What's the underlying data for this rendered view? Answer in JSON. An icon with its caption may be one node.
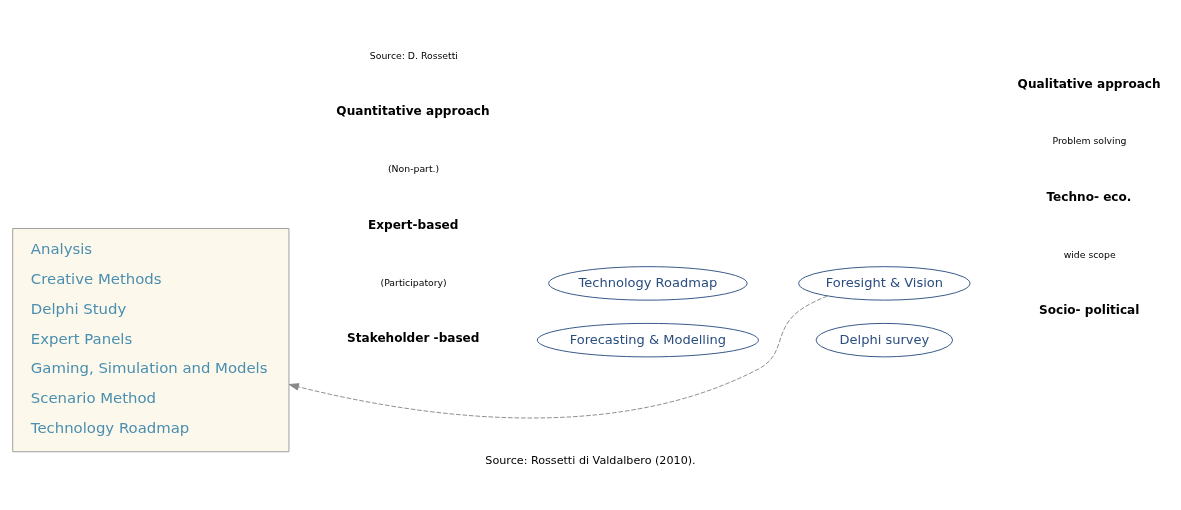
{
  "diagram": {
    "caption": "Source: Rossetti di Valdalbero (2010).",
    "nodes": [
      {
        "text": [
          "Analysis",
          "Creative Methods",
          "Delphi Study",
          "Expert Panels",
          "Gaming, Simulation and Models",
          "Scenario Method",
          "Technology Roadmap"
        ]
      },
      {
        "text": [
          "Foresight & Vision"
        ]
      },
      {
        "text": [
          "Delphi survey"
        ]
      },
      {
        "text": [
          "Technology Roadmap"
        ]
      },
      {
        "text": [
          "Forecasting & Modelling"
        ]
      }
    ],
    "edges": [
      {
        "from": 1,
        "to": 0,
        "arrow": "to",
        "style": "dashed"
      }
    ],
    "labels": [
      "Stakeholder -based",
      "(Participatory)",
      "Socio- political",
      "wide scope",
      "Expert-based",
      "(Non-part.)",
      "Techno- eco.",
      "Problem solving",
      "Quantitative approach",
      "Qualitative approach",
      "Source: D. Rossetti"
    ]
  }
}
